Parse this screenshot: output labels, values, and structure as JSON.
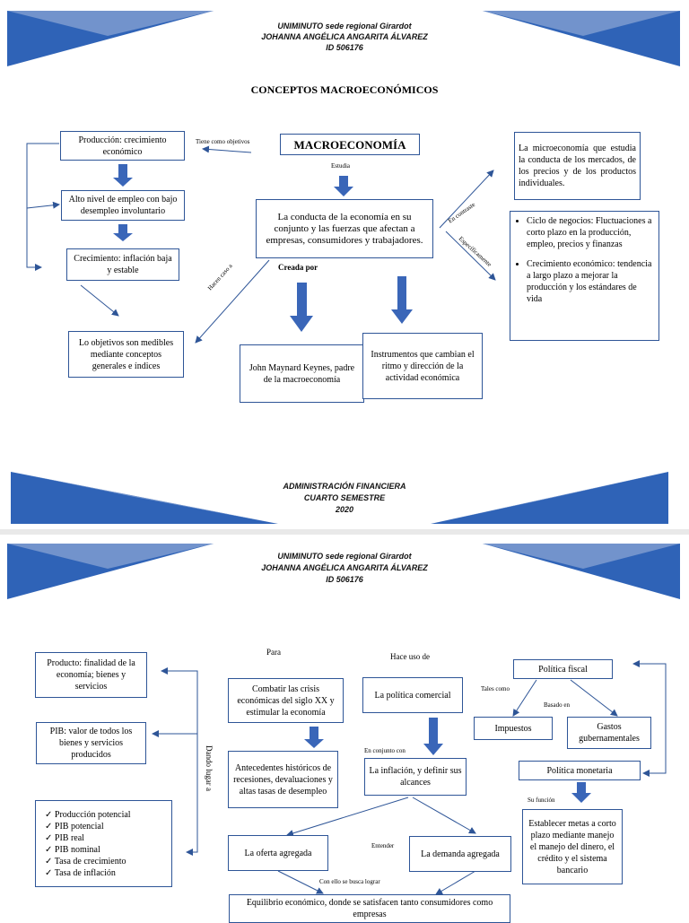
{
  "header": {
    "institution": "UNIMINUTO sede regional Girardot",
    "author": "JOHANNA ANGÉLICA ANGARITA ÁLVAREZ",
    "id": "ID 506176"
  },
  "footer": {
    "line1": "ADMINISTRACIÓN FINANCIERA",
    "line2": "CUARTO SEMESTRE",
    "line3": "2020"
  },
  "page1": {
    "title": "CONCEPTOS MACROECONÓMICOS",
    "main": "MACROECONOMÍA",
    "estudia": "Estudia",
    "tiene_objetivos": "Tiene como objetivos",
    "produccion": "Producción: crecimiento económico",
    "empleo": "Alto nivel de empleo con bajo desempleo involuntario",
    "crecimiento": "Crecimiento: inflación baja y estable",
    "objetivos_medibles": "Lo objetivos son medibles mediante conceptos generales e índices",
    "conducta": "La conducta de la economía en su conjunto y las fuerzas que afectan a empresas, consumidores y trabajadores.",
    "hacen_caso": "Hacen caso a",
    "creada_por": "Creada por",
    "keynes": "John Maynard Keynes, padre de la macroeconomía",
    "instrumentos": "Instrumentos que cambian el ritmo y dirección de la actividad económica",
    "en_contraste": "En contraste",
    "especificamente": "Específicamente",
    "micro": "La microeconomía que estudia la conducta de los mercados, de los precios y de los productos individuales.",
    "bullets": [
      "Ciclo de negocios: Fluctuaciones a corto plazo en la producción, empleo, precios y finanzas",
      "Crecimiento económico: tendencia a largo plazo a mejorar la producción y los estándares de vida"
    ]
  },
  "page2": {
    "producto": "Producto: finalidad de la economía; bienes y servicios",
    "pib": "PIB: valor de todos los bienes y servicios producidos",
    "checklist": [
      "Producción potencial",
      "PIB potencial",
      "PIB real",
      "PIB nominal",
      "Tasa de crecimiento",
      "Tasa de inflación"
    ],
    "dando_lugar": "Dando lugar a",
    "para": "Para",
    "combatir": "Combatir las crisis económicas del siglo XX y estimular la economía",
    "antecedentes": "Antecedentes históricos de recesiones, devaluaciones y altas tasas de desempleo",
    "hace_uso": "Hace uso de",
    "politica_comercial": "La política comercial",
    "en_conjunto": "En conjunto con",
    "inflacion": "La inflación, y definir sus alcances",
    "entender": "Entender",
    "oferta": "La oferta agregada",
    "demanda": "La demanda agregada",
    "con_ello": "Con ello se busca lograr",
    "equilibrio": "Equilibrio económico, donde se satisfacen tanto consumidores como empresas",
    "politica_fiscal": "Política fiscal",
    "tales_como": "Tales como",
    "basado_en": "Basado en",
    "impuestos": "Impuestos",
    "gastos": "Gastos gubernamentales",
    "politica_monetaria": "Política monetaria",
    "su_funcion": "Su función",
    "metas": "Establecer metas a corto plazo mediante manejo el manejo del dinero, el crédito y el sistema bancario"
  }
}
